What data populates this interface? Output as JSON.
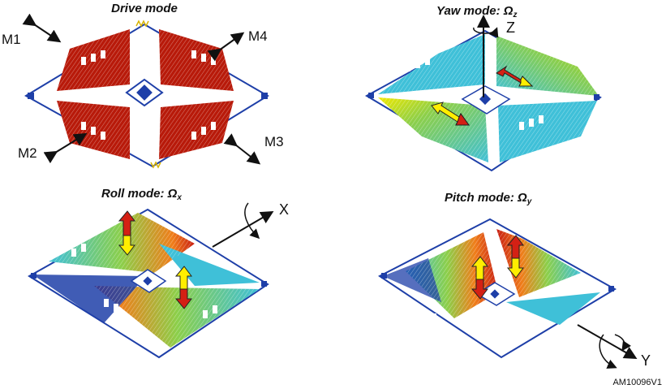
{
  "panels": [
    {
      "id": "drive",
      "title": "Drive mode",
      "sub": ""
    },
    {
      "id": "yaw",
      "title": "Yaw mode: Ω",
      "sub": "z"
    },
    {
      "id": "roll",
      "title": "Roll mode: Ω",
      "sub": "x"
    },
    {
      "id": "pitch",
      "title": "Pitch mode: Ω",
      "sub": "y"
    }
  ],
  "mass_labels": {
    "m1": "M1",
    "m2": "M2",
    "m3": "M3",
    "m4": "M4"
  },
  "axes": {
    "z": "Z",
    "x": "X",
    "y": "Y"
  },
  "figure_code": "AM10096V1",
  "colors": {
    "drive_mass": "#b81a0a",
    "blue": "#1e3fa8",
    "cyan": "#3fc0d8",
    "green": "#8ccf4a",
    "yellow": "#f2e600",
    "orange": "#f07d1a",
    "red": "#c81e12",
    "arrow_yellow": "#ffee00",
    "arrow_red": "#d42014"
  }
}
